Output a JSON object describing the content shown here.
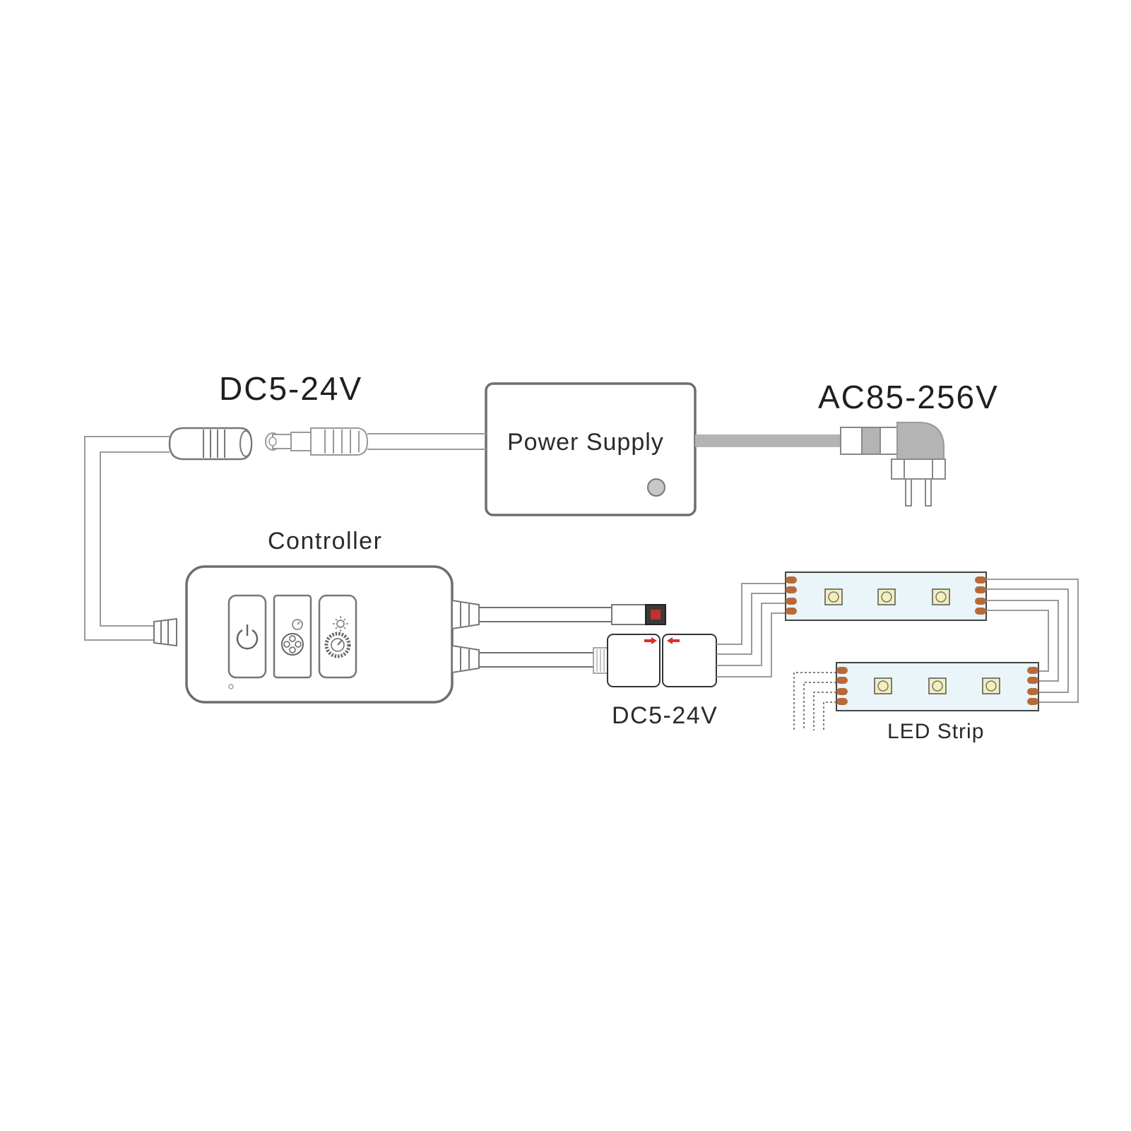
{
  "labels": {
    "dc_input": "DC5-24V",
    "ac_input": "AC85-256V",
    "power_supply": "Power Supply",
    "controller": "Controller",
    "dc_output": "DC5-24V",
    "led_strip": "LED Strip"
  },
  "colors": {
    "outline": "#6e6e6e",
    "ac_cable": "#b4b4b4",
    "strip_fill": "#e9f5f9",
    "led_pad": "#f3efbd",
    "solder_pad": "#b8693a",
    "arrow": "#d9302a"
  },
  "icons": [
    "power-icon",
    "mode-speed-icon",
    "brightness-icon"
  ]
}
